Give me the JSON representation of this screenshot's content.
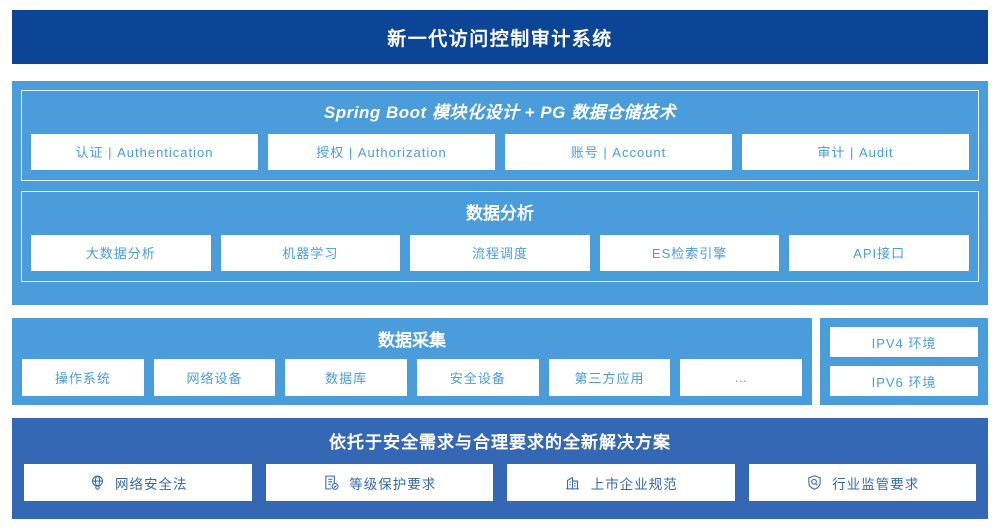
{
  "header": {
    "title": "新一代访问控制审计系统",
    "bg_color": "#0c4595"
  },
  "colors": {
    "primary_blue": "#4a9cdb",
    "deep_blue": "#0c4595",
    "solution_blue": "#3568b4",
    "tile_bg": "#ffffff"
  },
  "platform": {
    "module_group": {
      "title": "Spring Boot 模块化设计 + PG 数据仓储技术",
      "tiles": [
        {
          "label": "认证 | Authentication"
        },
        {
          "label": "授权 | Authorization"
        },
        {
          "label": "账号 | Account"
        },
        {
          "label": "审计 | Audit"
        }
      ]
    },
    "analysis_group": {
      "title": "数据分析",
      "tiles": [
        {
          "label": "大数据分析"
        },
        {
          "label": "机器学习"
        },
        {
          "label": "流程调度"
        },
        {
          "label": "ES检索引擎"
        },
        {
          "label": "API接口"
        }
      ]
    }
  },
  "collection": {
    "title": "数据采集",
    "tiles": [
      {
        "label": "操作系统"
      },
      {
        "label": "网络设备"
      },
      {
        "label": "数据库"
      },
      {
        "label": "安全设备"
      },
      {
        "label": "第三方应用"
      },
      {
        "label": "…"
      }
    ]
  },
  "environment": {
    "tiles": [
      {
        "label": "IPV4 环境"
      },
      {
        "label": "IPV6 环境"
      }
    ]
  },
  "solution": {
    "title": "依托于安全需求与合理要求的全新解决方案",
    "tiles": [
      {
        "label": "网络安全法",
        "icon": "globe-network-icon"
      },
      {
        "label": "等级保护要求",
        "icon": "document-check-icon"
      },
      {
        "label": "上市企业规范",
        "icon": "bank-building-icon"
      },
      {
        "label": "行业监管要求",
        "icon": "shield-search-icon"
      }
    ]
  }
}
